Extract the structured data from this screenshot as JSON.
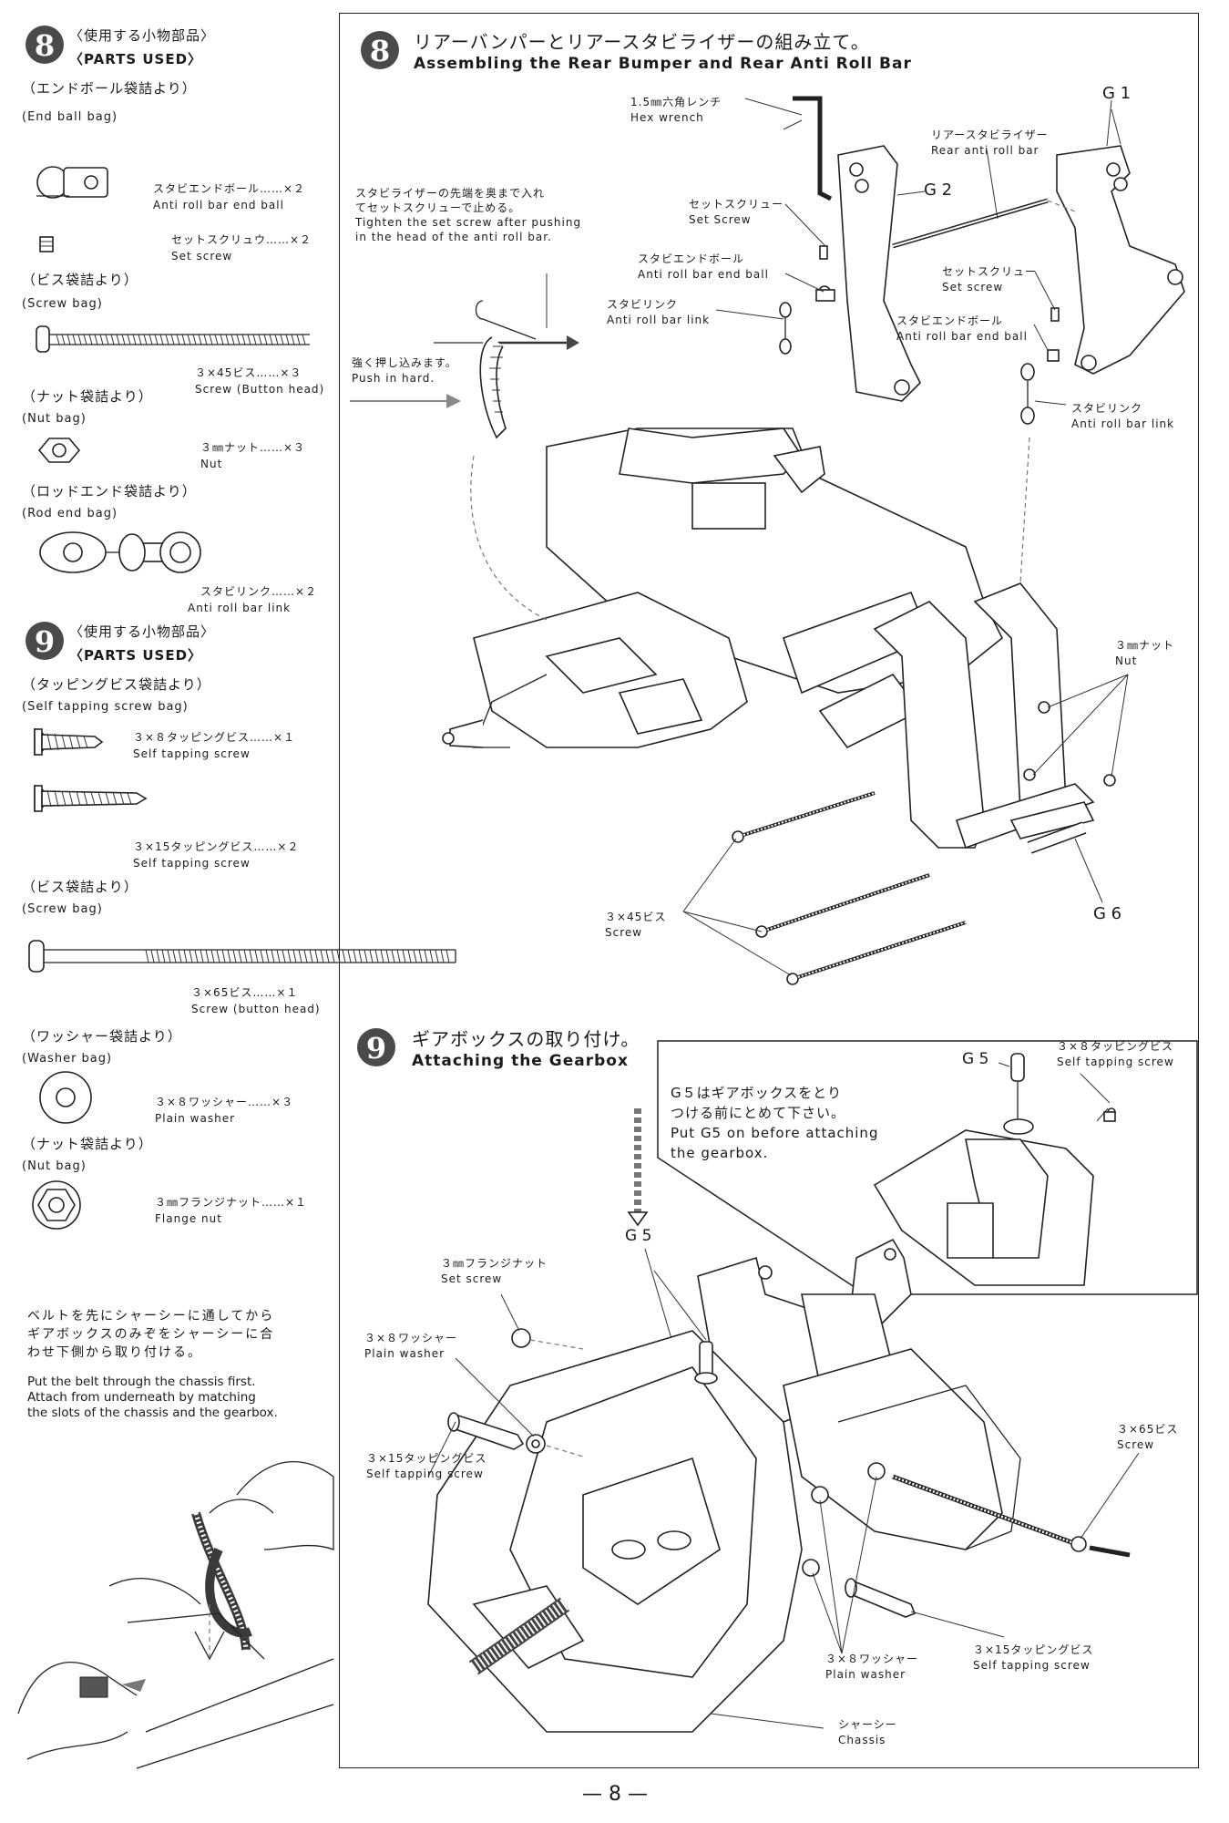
{
  "left": {
    "step8": {
      "number": "8",
      "heading_jp": "〈使用する小物部品〉",
      "heading_en": "〈PARTS USED〉",
      "bags": [
        {
          "jp": "（エンドボール袋詰より）",
          "en": "(End ball bag)"
        },
        {
          "jp": "（ビス袋詰より）",
          "en": "(Screw bag)"
        },
        {
          "jp": "（ナット袋詰より）",
          "en": "(Nut bag)"
        },
        {
          "jp": "（ロッドエンド袋詰より）",
          "en": "(Rod end bag)"
        }
      ],
      "parts": [
        {
          "jp": "スタビエンドボール……×２",
          "en": "Anti roll bar end ball",
          "icon": "end-ball-icon"
        },
        {
          "jp": "セットスクリュウ……×２",
          "en": "Set screw",
          "icon": "set-screw-icon"
        },
        {
          "jp": "３×45ビス……×３",
          "en": "Screw (Button head)",
          "icon": "screw-45-icon"
        },
        {
          "jp": "３㎜ナット……×３",
          "en": "Nut",
          "icon": "hex-nut-icon"
        },
        {
          "jp": "スタビリンク……×２",
          "en": "Anti roll bar link",
          "icon": "rod-link-icon"
        }
      ]
    },
    "step9": {
      "number": "9",
      "heading_jp": "〈使用する小物部品〉",
      "heading_en": "〈PARTS USED〉",
      "bags": [
        {
          "jp": "（タッピングビス袋詰より）",
          "en": "(Self tapping screw bag)"
        },
        {
          "jp": "（ビス袋詰より）",
          "en": "(Screw bag)"
        },
        {
          "jp": "（ワッシャー袋詰より）",
          "en": "(Washer bag)"
        },
        {
          "jp": "（ナット袋詰より）",
          "en": "(Nut bag)"
        }
      ],
      "parts": [
        {
          "jp": "３×８タッピングビス……×１",
          "en": "Self tapping screw",
          "icon": "tapping-screw-8-icon"
        },
        {
          "jp": "３×15タッピングビス……×２",
          "en": "Self tapping screw",
          "icon": "tapping-screw-15-icon"
        },
        {
          "jp": "３×65ビス……×１",
          "en": "Screw (button head)",
          "icon": "screw-65-icon"
        },
        {
          "jp": "３×８ワッシャー……×３",
          "en": "Plain washer",
          "icon": "washer-icon"
        },
        {
          "jp": "３㎜フランジナット……×１",
          "en": "Flange nut",
          "icon": "flange-nut-icon"
        }
      ]
    },
    "belt_note": {
      "jp": [
        "ベルトを先にシャーシーに通してから",
        "ギアボックスのみぞをシャーシーに合",
        "わせ下側から取り付ける。"
      ],
      "en": [
        "Put the belt through the chassis first.",
        "Attach from underneath by matching",
        "the slots of the chassis and the gearbox."
      ]
    }
  },
  "right": {
    "step8": {
      "number": "8",
      "title_jp": "リアーバンパーとリアースタビライザーの組み立て。",
      "title_en": "Assembling the Rear Bumper and Rear Anti Roll Bar",
      "callouts": {
        "hex_wrench": [
          "1.5㎜六角レンチ",
          "Hex wrench"
        ],
        "g1": "G 1",
        "g2": "G 2",
        "g6": "G 6",
        "rear_bar": [
          "リアースタビライザー",
          "Rear anti roll bar"
        ],
        "set_screw_a": [
          "セットスクリュー",
          "Set Screw"
        ],
        "set_screw_b": [
          "セットスクリュー",
          "Set screw"
        ],
        "end_ball_a": [
          "スタビエンドボール",
          "Anti roll bar end ball"
        ],
        "end_ball_b": [
          "スタビエンドボール",
          "Anti roll bar end ball"
        ],
        "link_a": [
          "スタビリンク",
          "Anti roll bar link"
        ],
        "link_b": [
          "スタビリンク",
          "Anti roll bar link"
        ],
        "tighten": [
          "スタビライザーの先端を奥まで入れ",
          "てセットスクリューで止める。",
          "Tighten the set screw after pushing",
          "in the head of the anti roll bar."
        ],
        "push": [
          "強く押し込みます。",
          "Push in hard."
        ],
        "nut": [
          "３㎜ナット",
          "Nut"
        ],
        "screw45": [
          "３×45ビス",
          "Screw"
        ]
      }
    },
    "step9": {
      "number": "9",
      "title_jp": "ギアボックスの取り付け。",
      "title_en": "Attaching the Gearbox",
      "inset_note": [
        "G５はギアボックスをとり",
        "つける前にとめて下さい。",
        "Put G5 on before attaching",
        "the gearbox."
      ],
      "callouts": {
        "g5_inset": "G 5",
        "g5_main": "G 5",
        "tap8_inset": [
          "３×８タッピングビス",
          "Self tapping screw"
        ],
        "flange": [
          "３㎜フランジナット",
          "Set screw"
        ],
        "washer_a": [
          "３×８ワッシャー",
          "Plain washer"
        ],
        "tap15_a": [
          "３×15タッピングビス",
          "Self tapping screw"
        ],
        "screw65": [
          "３×65ビス",
          "Screw"
        ],
        "washer_b": [
          "３×８ワッシャー",
          "Plain washer"
        ],
        "tap15_b": [
          "３×15タッピングビス",
          "Self tapping screw"
        ],
        "chassis": [
          "シャーシー",
          "Chassis"
        ]
      }
    }
  },
  "page_number": "— 8 —"
}
